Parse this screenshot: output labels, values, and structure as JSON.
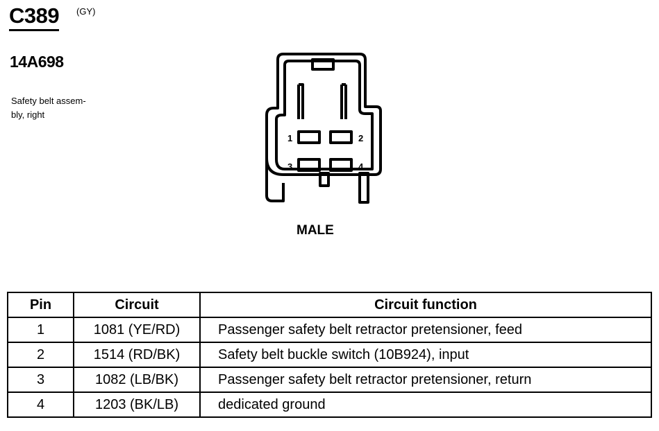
{
  "connector": {
    "id": "C389",
    "color": "(GY)",
    "part_number": "14A698",
    "description_line1": "Safety belt assem-",
    "description_line2": "bly, right",
    "gender": "MALE"
  },
  "diagram": {
    "pin_labels": [
      "1",
      "2",
      "3",
      "4"
    ]
  },
  "table": {
    "headers": {
      "pin": "Pin",
      "circuit": "Circuit",
      "function": "Circuit function"
    },
    "rows": [
      {
        "pin": "1",
        "circuit": "1081 (YE/RD)",
        "function": "Passenger safety belt retractor pretensioner, feed"
      },
      {
        "pin": "2",
        "circuit": "1514 (RD/BK)",
        "function": "Safety belt buckle switch (10B924), input"
      },
      {
        "pin": "3",
        "circuit": "1082 (LB/BK)",
        "function": "Passenger safety belt retractor pretensioner, return"
      },
      {
        "pin": "4",
        "circuit": "1203 (BK/LB)",
        "function": "dedicated ground"
      }
    ]
  }
}
